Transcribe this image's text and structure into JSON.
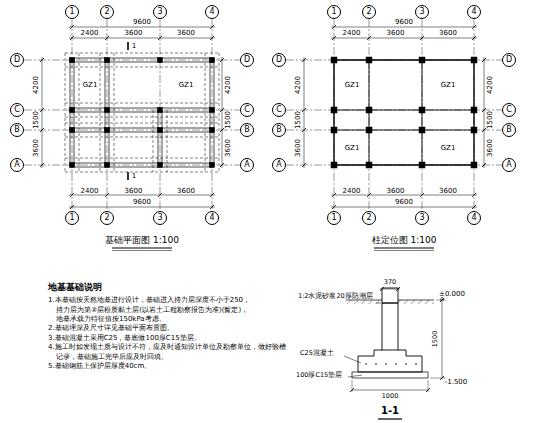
{
  "diagram": {
    "nodes": [
      {
        "text": [
          "1"
        ]
      },
      {
        "text": [
          "2"
        ]
      },
      {
        "text": [
          "3"
        ]
      },
      {
        "text": [
          "4"
        ]
      },
      {
        "text": [
          "D"
        ]
      },
      {
        "text": [
          "C"
        ]
      },
      {
        "text": [
          "B"
        ]
      },
      {
        "text": [
          "A"
        ]
      },
      {
        "text": [
          "D"
        ]
      },
      {
        "text": [
          "C"
        ]
      },
      {
        "text": [
          "B"
        ]
      },
      {
        "text": [
          "A"
        ]
      },
      {
        "text": [
          "1"
        ]
      },
      {
        "text": [
          "2"
        ]
      },
      {
        "text": [
          "3"
        ]
      },
      {
        "text": [
          "4"
        ]
      },
      {
        "text": [
          "1"
        ]
      },
      {
        "text": [
          "2"
        ]
      },
      {
        "text": [
          "3"
        ]
      },
      {
        "text": [
          "4"
        ]
      },
      {
        "text": [
          "D"
        ]
      },
      {
        "text": [
          "C"
        ]
      },
      {
        "text": [
          "B"
        ]
      },
      {
        "text": [
          "A"
        ]
      },
      {
        "text": [
          "D"
        ]
      },
      {
        "text": [
          "C"
        ]
      },
      {
        "text": [
          "B"
        ]
      },
      {
        "text": [
          "A"
        ]
      },
      {
        "text": [
          "1"
        ]
      },
      {
        "text": [
          "2"
        ]
      },
      {
        "text": [
          "3"
        ]
      },
      {
        "text": [
          "4"
        ]
      }
    ],
    "labels": [
      "9600",
      "2400",
      "3600",
      "3600",
      "2400",
      "3600",
      "3600",
      "9600",
      "4200",
      "1500",
      "3600",
      "4200",
      "1500",
      "3600",
      "GZ1",
      "GZ1",
      "1",
      "1",
      "基础平面图 1:100",
      "9600",
      "2400",
      "3600",
      "3600",
      "2400",
      "3600",
      "3600",
      "9600",
      "4200",
      "1500",
      "3600",
      "4200",
      "1500",
      "3600",
      "GZ1",
      "GZ1",
      "GZ1",
      "GZ1",
      "柱定位图 1:100",
      "地基基础说明",
      "1.本基础按天然地基进行设计，基础进入持力层深度不小于250，",
      "持力层为第②层粉质黏土层(以岩土工程勘察报告为准)(暂定)，",
      "地基承载力特征值按150kPa考虑。",
      "2.基础埋深及尺寸详见基础平面布置图。",
      "3.基础混凝土采用C25，基底做100厚C15垫层。",
      "4.施工时如发现土质与设计不符，应及时通知设计单位及勘察单位，做好验槽记录，基础施工完毕后应及时回填。",
      "5.基础钢筋上保护层厚度40cm。",
      "±0.000",
      "-1.500",
      "370",
      "1500",
      "1:2水泥砂浆20厚防潮层",
      "C25混凝土",
      "100厚C15垫层",
      "1000",
      "1-1"
    ]
  }
}
